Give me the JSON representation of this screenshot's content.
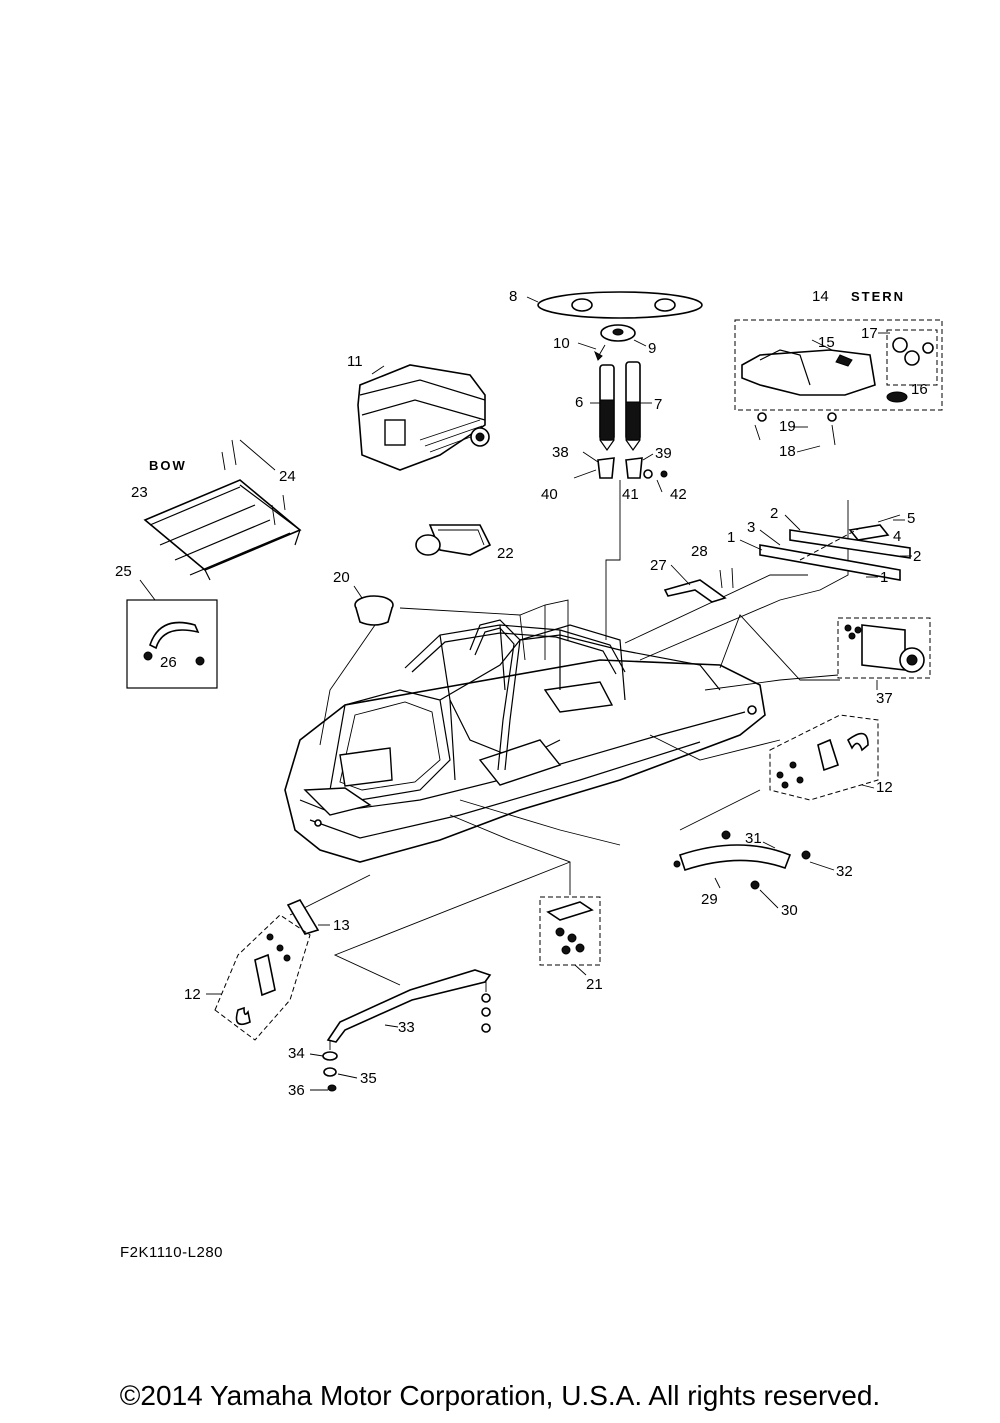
{
  "labels": {
    "stern": "STERN",
    "bow": "BOW"
  },
  "callouts": [
    "1",
    "2",
    "3",
    "4",
    "5",
    "6",
    "7",
    "8",
    "9",
    "10",
    "11",
    "12",
    "13",
    "14",
    "15",
    "16",
    "17",
    "18",
    "19",
    "20",
    "21",
    "22",
    "23",
    "24",
    "25",
    "26",
    "27",
    "28",
    "29",
    "30",
    "31",
    "32",
    "33",
    "34",
    "35",
    "36",
    "37",
    "38",
    "39",
    "40",
    "41",
    "42"
  ],
  "diagram_code": "F2K1110-L280",
  "copyright": "©2014 Yamaha Motor Corporation, U.S.A. All rights reserved."
}
